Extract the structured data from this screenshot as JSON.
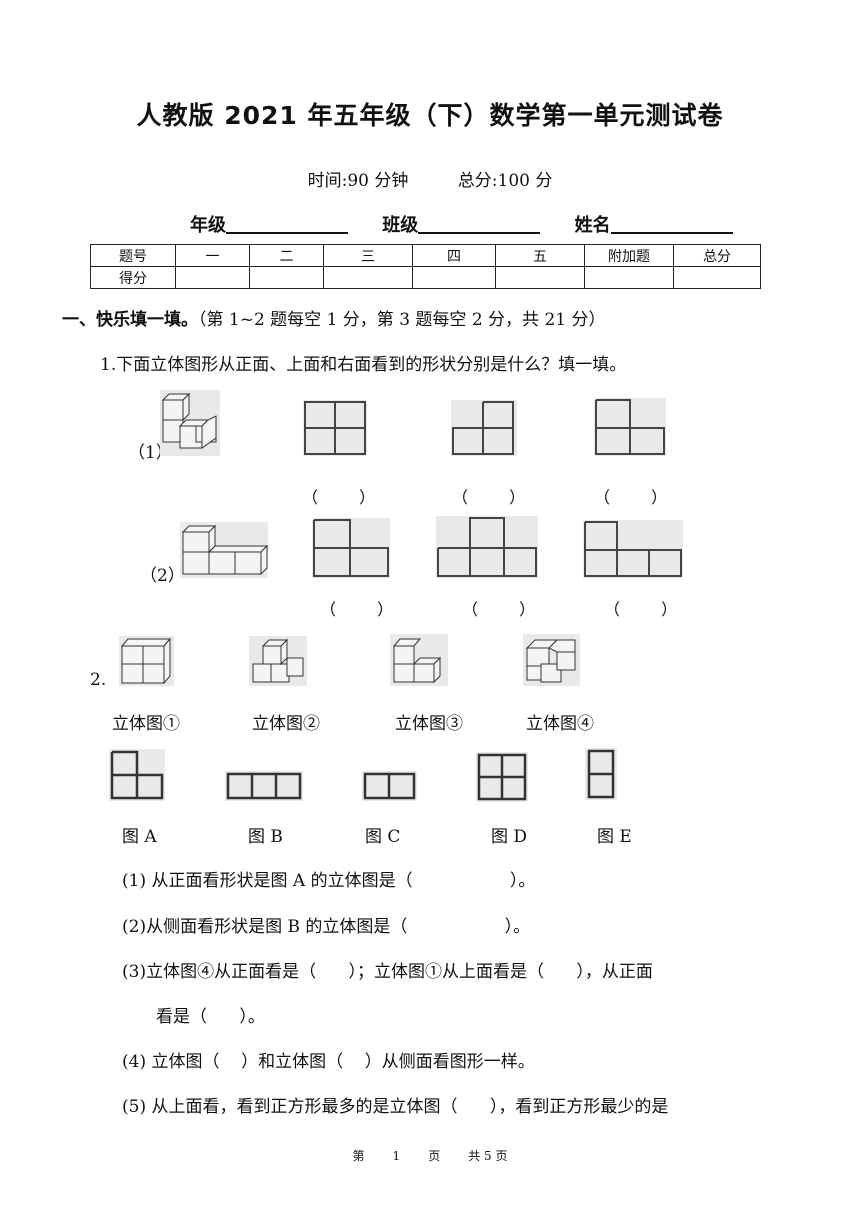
{
  "title": "人教版 2021 年五年级（下）数学第一单元测试卷",
  "meta": {
    "time": "时间:90 分钟",
    "total": "总分:100 分"
  },
  "info": {
    "grade": "年级",
    "class": "班级",
    "name": "姓名"
  },
  "score_table": {
    "header": [
      "题号",
      "一",
      "二",
      "三",
      "四",
      "五",
      "附加题",
      "总分"
    ],
    "row_label": "得分"
  },
  "section1": {
    "heading": "一、快乐填一填。",
    "note": "（第 1~2 题每空 1 分，第 3 题每空 2 分，共 21 分）"
  },
  "q1": {
    "text": "1.下面立体图形从正面、上面和右面看到的形状分别是什么？填一填。",
    "part1_label": "（1）",
    "part2_label": "（2）",
    "blank": "（  ）"
  },
  "q2": {
    "number": "2.",
    "solids": [
      "立体图①",
      "立体图②",
      "立体图③",
      "立体图④"
    ],
    "views": [
      "图 A",
      "图 B",
      "图 C",
      "图 D",
      "图 E"
    ],
    "sub1": "(1) 从正面看形状是图 A 的立体图是（                  ）。",
    "sub2": "(2)从侧面看形状是图 B 的立体图是（                  ）。",
    "sub3a": "(3)立体图④从正面看是（      ）；立体图①从上面看是（      ），从正面",
    "sub3b": "看是（      ）。",
    "sub4": "(4) 立体图（    ）和立体图（    ）从侧面看图形一样。",
    "sub5": "(5) 从上面看，看到正方形最多的是立体图（      ），看到正方形最少的是"
  },
  "footer": {
    "page_label": "第",
    "page_num": "1",
    "page_unit": "页",
    "total": "共 5 页"
  }
}
